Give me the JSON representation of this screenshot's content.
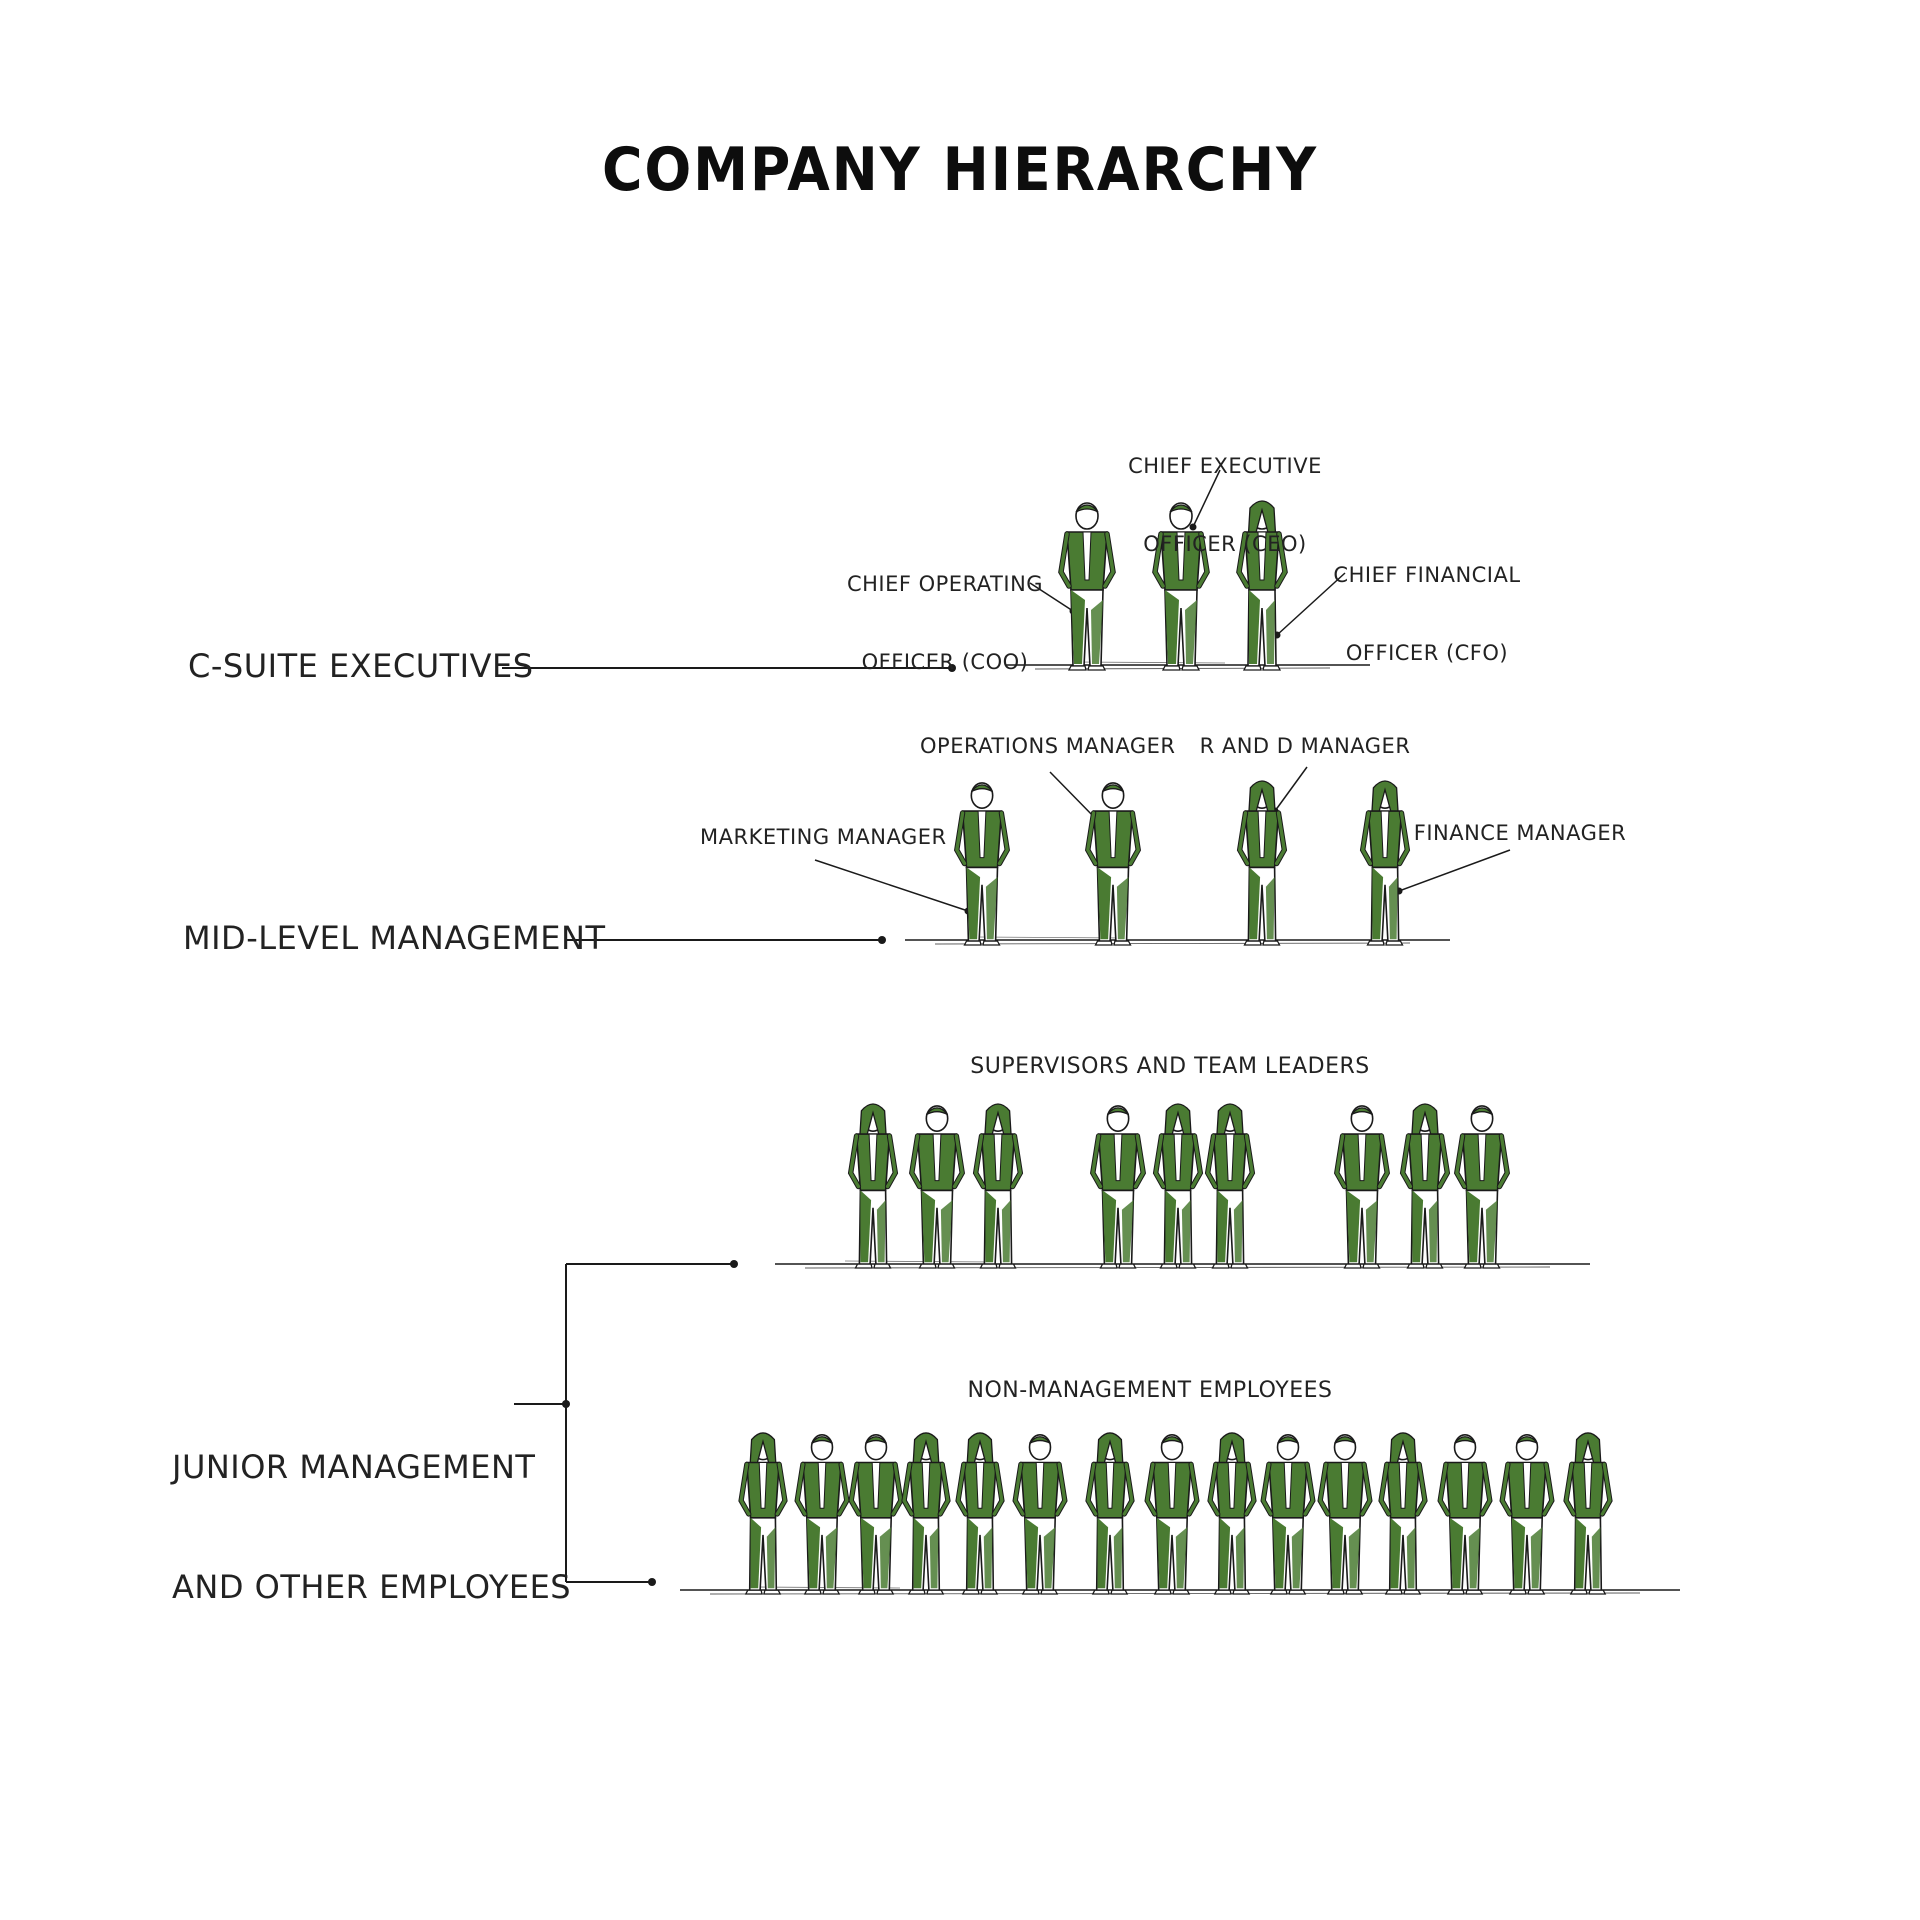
{
  "title": "COMPANY HIERARCHY",
  "colors": {
    "figure_fill": "#4a7b32",
    "ink": "#1a1a1a",
    "background": "#ffffff"
  },
  "levels": {
    "c_suite": {
      "label": "C-SUITE EXECUTIVES",
      "roles": {
        "coo": [
          "CHIEF OPERATING",
          "OFFICER (COO)"
        ],
        "ceo": [
          "CHIEF EXECUTIVE",
          "OFFICER (CEO)"
        ],
        "cfo": [
          "CHIEF FINANCIAL",
          "OFFICER (CFO)"
        ]
      }
    },
    "mid_level": {
      "label": "MID-LEVEL MANAGEMENT",
      "roles": {
        "marketing": "MARKETING MANAGER",
        "operations": "OPERATIONS MANAGER",
        "rnd": "R AND D MANAGER",
        "finance": "FINANCE MANAGER"
      }
    },
    "junior": {
      "label": [
        "JUNIOR MANAGEMENT",
        "AND OTHER EMPLOYEES"
      ],
      "groups": {
        "supervisors": "SUPERVISORS AND TEAM LEADERS",
        "employees": "NON-MANAGEMENT EMPLOYEES"
      }
    }
  },
  "figures": {
    "c_suite": [
      "man",
      "man",
      "woman"
    ],
    "mid_level": [
      "man",
      "man",
      "woman",
      "woman"
    ],
    "supervisors": [
      "woman",
      "man",
      "woman",
      "man",
      "woman",
      "woman",
      "man",
      "woman",
      "man"
    ],
    "employees": [
      "woman",
      "man",
      "man",
      "woman",
      "woman",
      "man",
      "woman",
      "man",
      "woman",
      "man",
      "man",
      "woman",
      "man",
      "man",
      "woman"
    ]
  }
}
